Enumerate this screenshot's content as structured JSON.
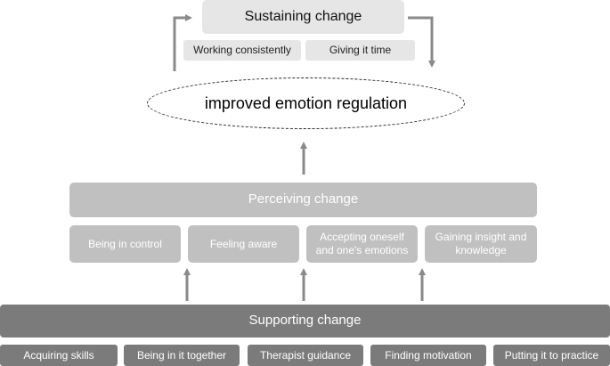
{
  "sustaining": {
    "title": "Sustaining change",
    "items": [
      "Working consistently",
      "Giving it time"
    ]
  },
  "center": {
    "label": "improved emotion regulation"
  },
  "perceiving": {
    "title": "Perceiving change",
    "items": [
      "Being in control",
      "Feeling aware",
      "Accepting oneself and one's emotions",
      "Gaining insight and knowledge"
    ]
  },
  "supporting": {
    "title": "Supporting change",
    "items": [
      "Acquiring skills",
      "Being in it together",
      "Therapist guidance",
      "Finding motivation",
      "Putting it to practice"
    ]
  },
  "colors": {
    "sustaining_fill": "#e6e6e6",
    "perceiving_fill": "#c0c0c0",
    "supporting_fill": "#7b7b7b",
    "arrow": "#8a8a8a"
  }
}
